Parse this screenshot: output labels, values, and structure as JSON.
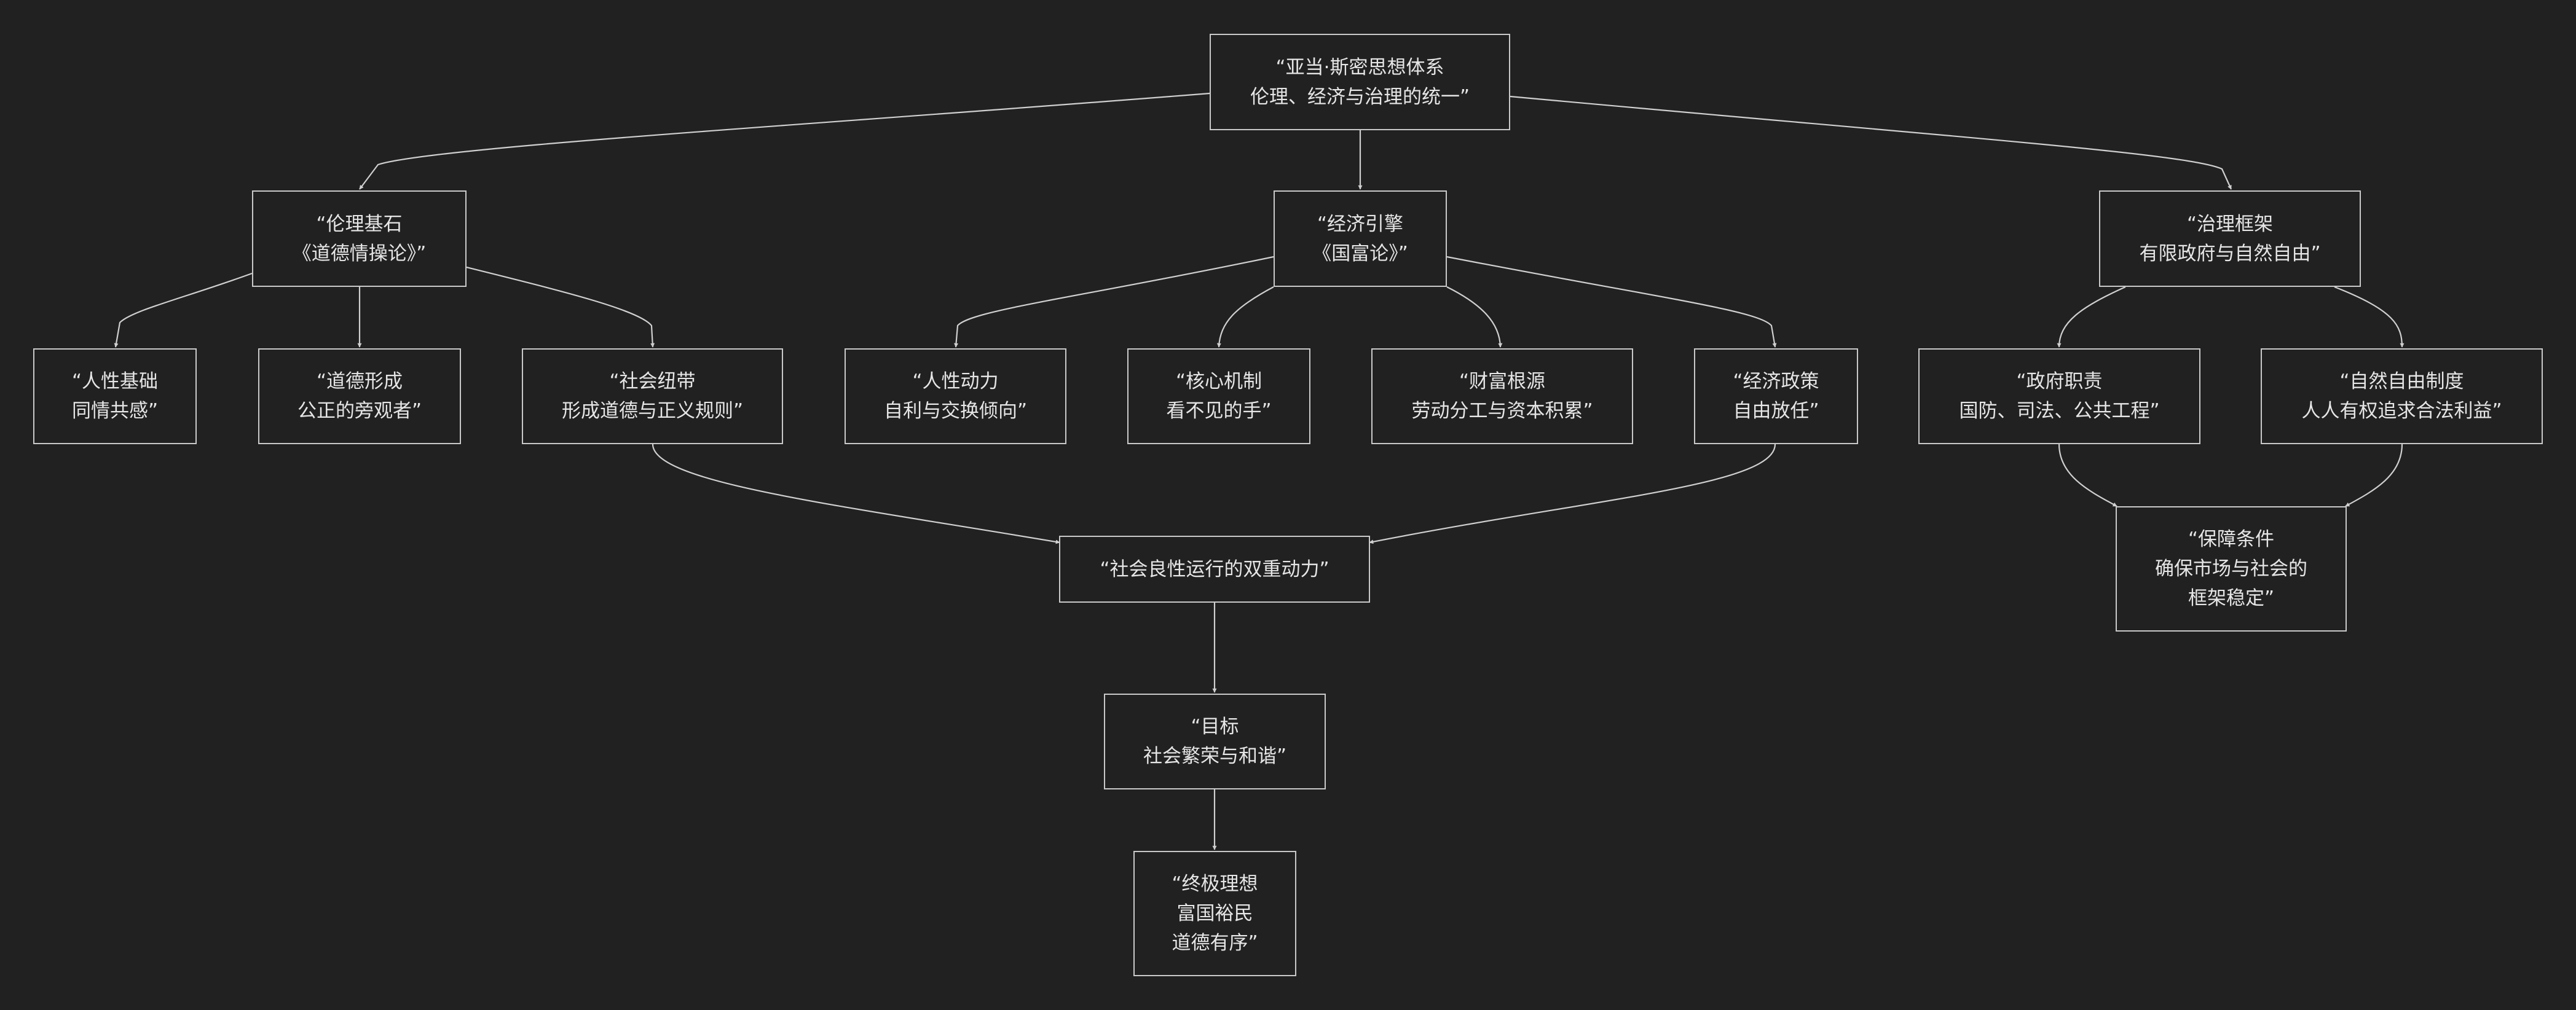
{
  "diagram": {
    "nodes": {
      "root": "“亚当·斯密思想体系\n伦理、经济与治理的统一”",
      "ethics": "“伦理基石\n《道德情操论》”",
      "economy": "“经济引擎\n《国富论》”",
      "governance": "“治理框架\n有限政府与自然自由”",
      "human_basis": "“人性基础\n同情共感”",
      "moral_form": "“道德形成\n公正的旁观者”",
      "social_bond": "“社会纽带\n形成道德与正义规则”",
      "human_motive": "“人性动力\n自利与交换倾向”",
      "core_mech": "“核心机制\n看不见的手”",
      "wealth_src": "“财富根源\n劳动分工与资本积累”",
      "econ_policy": "“经济政策\n自由放任”",
      "gov_duty": "“政府职责\n国防、司法、公共工程”",
      "nat_liberty": "“自然自由制度\n人人有权追求合法利益”",
      "dual_force": "“社会良性运行的双重动力”",
      "guarantee": "“保障条件\n确保市场与社会的\n框架稳定”",
      "goal": "“目标\n社会繁荣与和谐”",
      "ultimate": "“终极理想\n富国裕民\n道德有序”"
    }
  }
}
